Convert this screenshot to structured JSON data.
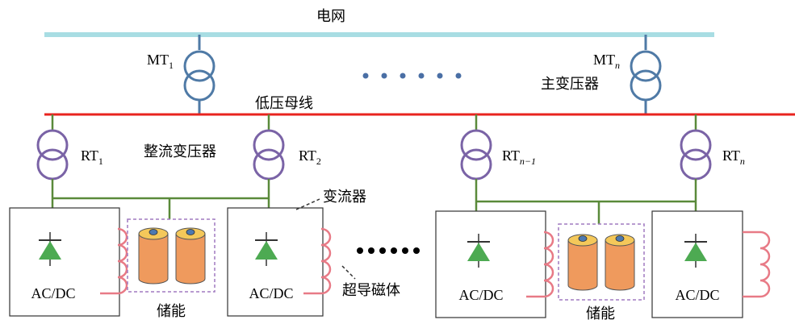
{
  "labels": {
    "grid": "电网",
    "main_transformer": "主变压器",
    "low_voltage_bus": "低压母线",
    "rectifier_transformer": "整流变压器",
    "converter": "变流器",
    "superconducting_magnet": "超导磁体",
    "storage": "储能",
    "acdc": "AC/DC"
  },
  "mt": [
    {
      "base": "MT",
      "sub": "1",
      "italic": false
    },
    {
      "base": "MT",
      "sub": "n",
      "italic": true
    }
  ],
  "rt": [
    {
      "base": "RT",
      "sub": "1",
      "italic": false
    },
    {
      "base": "RT",
      "sub": "2",
      "italic": false
    },
    {
      "base": "RT",
      "sub": "n−1",
      "italic": true
    },
    {
      "base": "RT",
      "sub": "n",
      "italic": true
    }
  ],
  "colors": {
    "grid_bus": "#a8dde3",
    "low_voltage_bus": "#e8231e",
    "mt_coil": "#4f7aa6",
    "rt_coil": "#7a63a6",
    "feeder": "#5a8a3a",
    "diode": "#4daa52",
    "magnet_coil": "#e87a86",
    "battery_body": "#ef9a5d",
    "battery_cap": "#f4c85a",
    "battery_terminal": "#4d79b0",
    "storage_box": "#a07ac0",
    "dots_blue": "#4a6fa5",
    "dots_black": "#000000"
  },
  "icons": [
    "transformer-icon",
    "diode-icon",
    "coil-icon",
    "battery-icon"
  ]
}
